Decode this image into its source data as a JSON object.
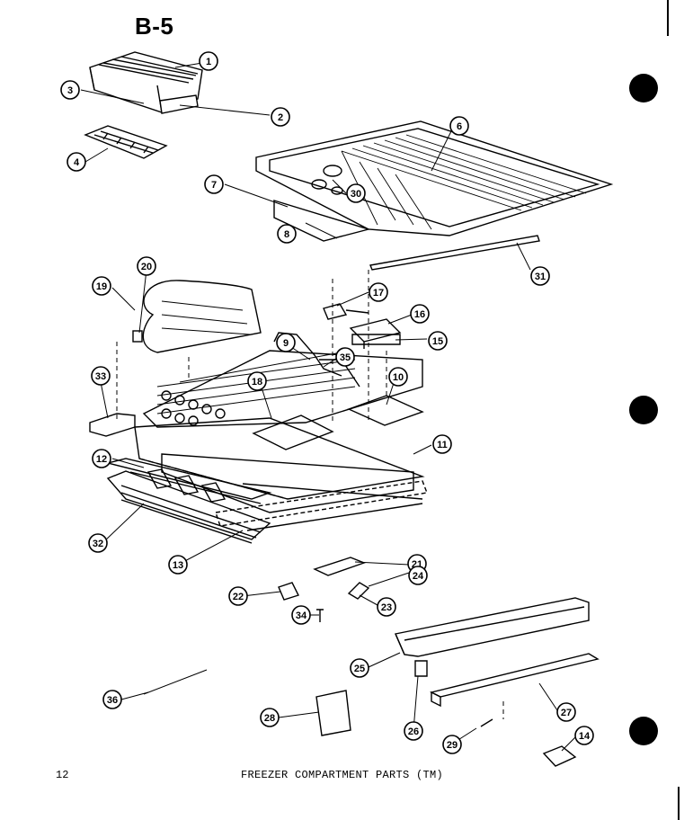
{
  "page": {
    "title": "B-5",
    "page_number": "12",
    "caption": "FREEZER COMPARTMENT PARTS (TM)"
  },
  "callouts": [
    "1",
    "2",
    "3",
    "4",
    "6",
    "7",
    "8",
    "30",
    "31",
    "19",
    "20",
    "17",
    "16",
    "15",
    "9",
    "35",
    "33",
    "18",
    "10",
    "11",
    "12",
    "32",
    "13",
    "21",
    "24",
    "22",
    "23",
    "34",
    "25",
    "36",
    "26",
    "27",
    "28",
    "29",
    "14"
  ]
}
